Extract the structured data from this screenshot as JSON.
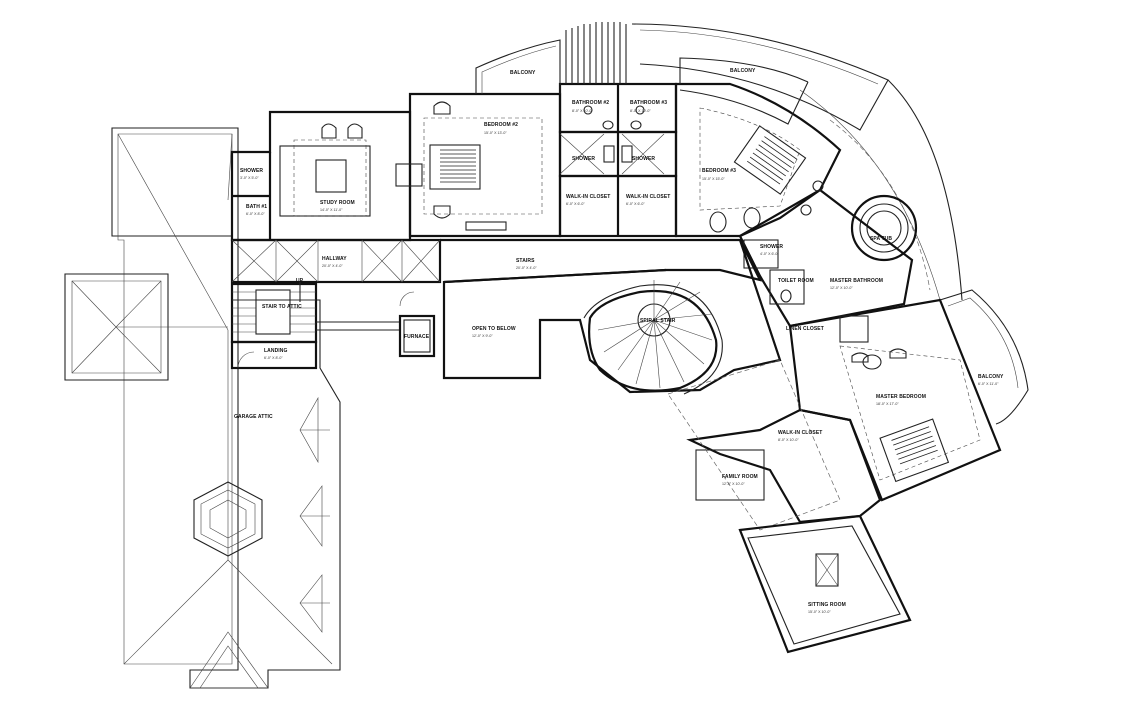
{
  "rooms": {
    "balcony_north_left": {
      "name": "BALCONY"
    },
    "balcony_north_right": {
      "name": "BALCONY"
    },
    "balcony_east": {
      "name": "BALCONY",
      "dim": "6'-0\" X 11'-0\""
    },
    "bathroom_2": {
      "name": "BATHROOM #2",
      "dim": "8'-0\" X 10'-0\""
    },
    "bathroom_3": {
      "name": "BATHROOM #3",
      "dim": "8'-0\" X 10'-0\""
    },
    "bedroom_2": {
      "name": "BEDROOM #2",
      "dim": "15'-0\" X 13'-0\""
    },
    "bedroom_3": {
      "name": "BEDROOM #3",
      "dim": "15'-0\" X 15'-0\""
    },
    "shower_2": {
      "name": "SHOWER"
    },
    "shower_3": {
      "name": "SHOWER"
    },
    "shower_1": {
      "name": "SHOWER",
      "dim": "3'-0\" X 5'-0\""
    },
    "wic_2": {
      "name": "WALK-IN CLOSET",
      "dim": "6'-0\" X 6'-0\""
    },
    "wic_3": {
      "name": "WALK-IN CLOSET",
      "dim": "6'-0\" X 6'-0\""
    },
    "study": {
      "name": "STUDY ROOM",
      "dim": "14'-0\" X 11'-0\""
    },
    "bath_1": {
      "name": "BATH #1",
      "dim": "6'-0\" X 8'-0\""
    },
    "hallway": {
      "name": "HALLWAY",
      "dim": "20'-0\" X 4'-0\""
    },
    "stairs": {
      "name": "STAIRS",
      "dim": "20'-0\" X 4'-0\""
    },
    "stair_to_attic": {
      "name": "STAIR TO ATTIC"
    },
    "up": {
      "name": "UP"
    },
    "landing": {
      "name": "LANDING",
      "dim": "6'-0\" X 8'-0\""
    },
    "furnace": {
      "name": "FURNACE"
    },
    "open_below": {
      "name": "OPEN TO BELOW",
      "dim": "12'-0\" X 9'-0\""
    },
    "spiral": {
      "name": "SPIRAL STAIR"
    },
    "garage_attic": {
      "name": "GARAGE ATTIC"
    },
    "master_shower": {
      "name": "SHOWER",
      "dim": "4'-0\" X 6'-0\""
    },
    "toilet": {
      "name": "TOILET ROOM"
    },
    "master_bath": {
      "name": "MASTER BATHROOM",
      "dim": "12'-0\" X 10'-0\""
    },
    "linen": {
      "name": "LINEN CLOSET"
    },
    "tub": {
      "name": "SPA TUB"
    },
    "master_bedroom": {
      "name": "MASTER BEDROOM",
      "dim": "18'-0\" X 17'-0\""
    },
    "master_closet": {
      "name": "WALK-IN CLOSET",
      "dim": "8'-0\" X 10'-0\""
    },
    "family_room": {
      "name": "FAMILY ROOM",
      "dim": "12'-0\" X 10'-0\""
    },
    "sitting_room": {
      "name": "SITTING ROOM",
      "dim": "15'-0\" X 10'-0\""
    }
  }
}
